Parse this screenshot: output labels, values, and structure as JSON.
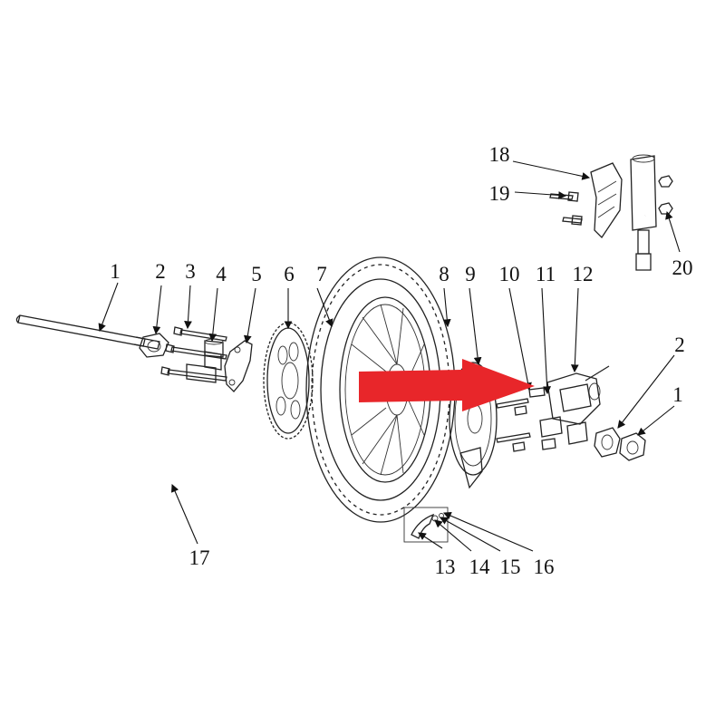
{
  "diagram": {
    "labels": {
      "l1a": "1",
      "l2a": "2",
      "l3": "3",
      "l4": "4",
      "l5": "5",
      "l6": "6",
      "l7": "7",
      "l8": "8",
      "l9": "9",
      "l10": "10",
      "l11": "11",
      "l12": "12",
      "l2b": "2",
      "l1b": "1",
      "l13": "13",
      "l14": "14",
      "l15": "15",
      "l16": "16",
      "l17": "17",
      "l18": "18",
      "l19": "19",
      "l20": "20"
    },
    "arrow_color": "#e8262a",
    "line_color": "#222222"
  }
}
